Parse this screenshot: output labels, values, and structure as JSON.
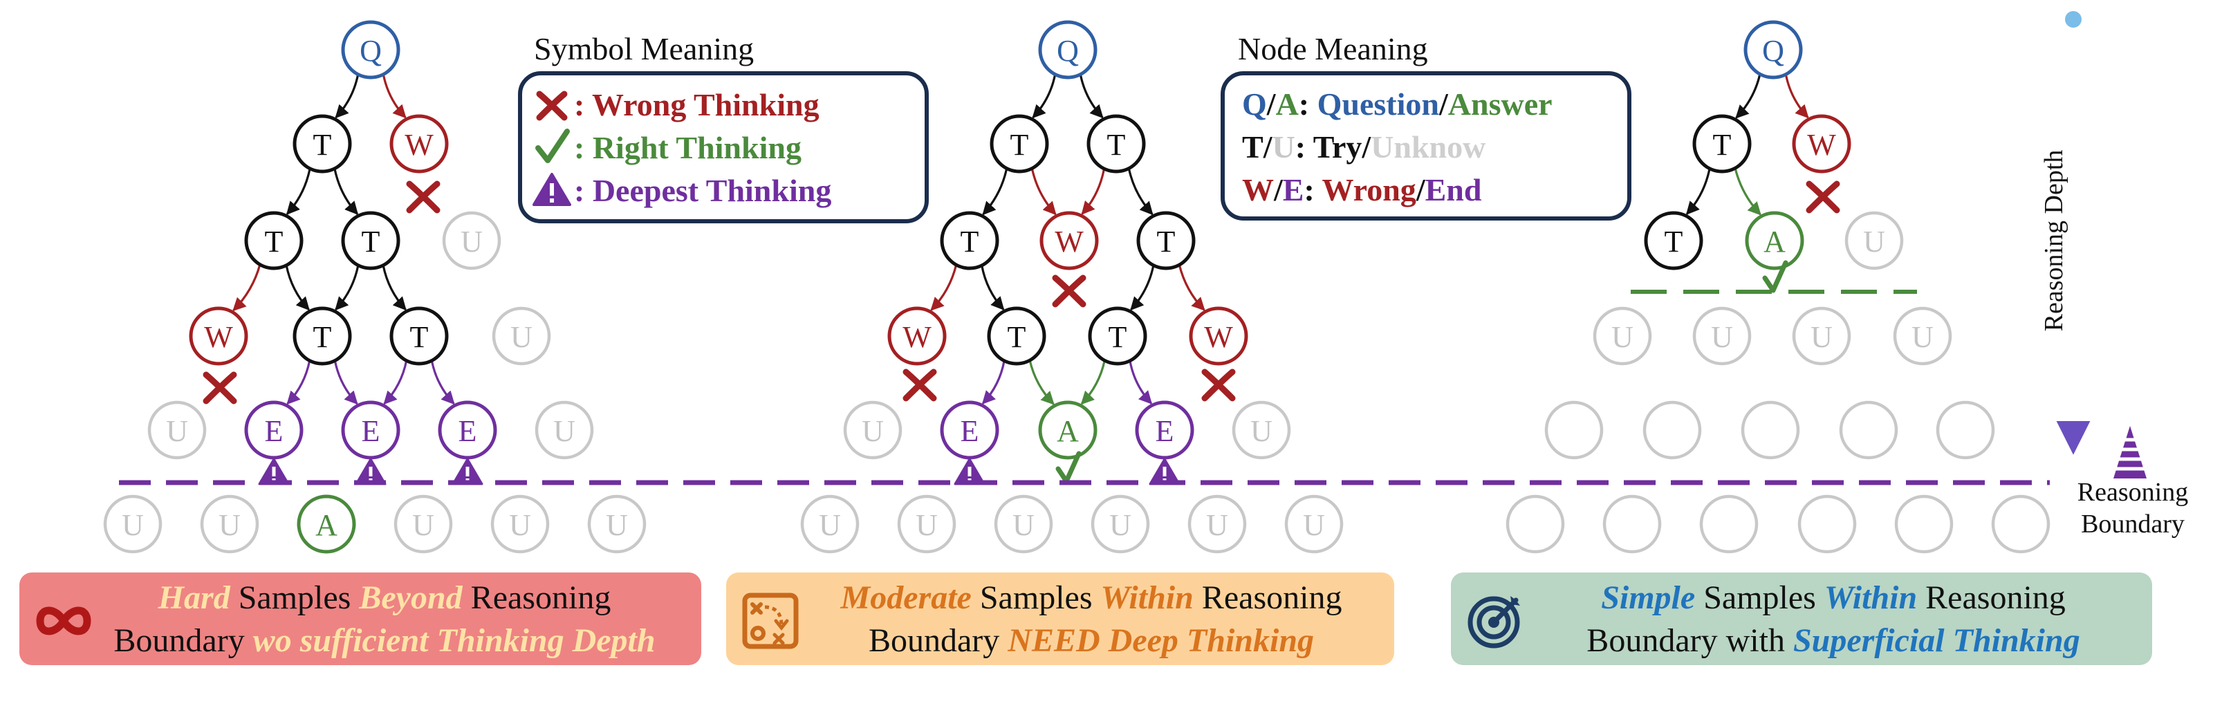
{
  "legend_symbols": {
    "title": "Symbol Meaning",
    "wrong": ": Wrong Thinking",
    "right": ": Right Thinking",
    "deepest": ": Deepest Thinking"
  },
  "legend_nodes": {
    "title": "Node Meaning",
    "row1": {
      "q": "Q",
      "slash1": "/",
      "a": "A",
      "colon": ": ",
      "question": "Question",
      "slash2": "/",
      "answer": "Answer"
    },
    "row2": {
      "t": "T",
      "slash1": "/",
      "u": "U",
      "colon": ":  ",
      "try": "Try",
      "slash2": "/",
      "unknow": "Unknow"
    },
    "row3": {
      "w": "W",
      "slash1": "/",
      "e": "E",
      "colon": ": ",
      "wrong": "Wrong",
      "slash2": "/",
      "end": "End"
    }
  },
  "axis": {
    "depth_label": "Reasoning Depth",
    "boundary_line1": "Reasoning",
    "boundary_line2": "Boundary"
  },
  "panels": {
    "hard": {
      "w1": "Hard",
      "w2": " Samples ",
      "w3": "Beyond",
      "w4": " Reasoning",
      "w5": "Boundary ",
      "w6": "wo sufficient Thinking Depth"
    },
    "moderate": {
      "w1": "Moderate",
      "w2": " Samples ",
      "w3": "Within",
      "w4": " Reasoning",
      "w5": "Boundary ",
      "w6": "NEED Deep Thinking"
    },
    "simple": {
      "w1": "Simple",
      "w2": " Samples ",
      "w3": "Within",
      "w4": " Reasoning",
      "w5": "Boundary with ",
      "w6": "Superficial Thinking"
    }
  },
  "colors": {
    "question": "#2f5fa5",
    "answer": "#4a8a3c",
    "wrong": "#a42022",
    "end": "#6f2f9f",
    "unknown": "#c8c8c8",
    "try": "#111111",
    "boundary": "#6f2f9f",
    "navy": "#1b2d4d",
    "axis_start": "#7bbde8",
    "axis_end": "#6a4fc0"
  },
  "trees": [
    {
      "name": "hard",
      "nodes": [
        {
          "id": "q",
          "t": "Q",
          "k": "q"
        },
        {
          "id": "t1",
          "t": "T",
          "k": "t"
        },
        {
          "id": "w1",
          "t": "W",
          "k": "w"
        },
        {
          "id": "t2",
          "t": "T",
          "k": "t"
        },
        {
          "id": "t3",
          "t": "T",
          "k": "t"
        },
        {
          "id": "u1",
          "t": "U",
          "k": "u"
        },
        {
          "id": "w2",
          "t": "W",
          "k": "w"
        },
        {
          "id": "t4",
          "t": "T",
          "k": "t"
        },
        {
          "id": "t5",
          "t": "T",
          "k": "t"
        },
        {
          "id": "u2",
          "t": "U",
          "k": "u"
        },
        {
          "id": "u3",
          "t": "U",
          "k": "u"
        },
        {
          "id": "e1",
          "t": "E",
          "k": "e"
        },
        {
          "id": "e2",
          "t": "E",
          "k": "e"
        },
        {
          "id": "e3",
          "t": "E",
          "k": "e"
        },
        {
          "id": "u4",
          "t": "U",
          "k": "u"
        },
        {
          "id": "u5",
          "t": "U",
          "k": "u"
        },
        {
          "id": "u6",
          "t": "U",
          "k": "u"
        },
        {
          "id": "a1",
          "t": "A",
          "k": "a"
        },
        {
          "id": "u7",
          "t": "U",
          "k": "u"
        },
        {
          "id": "u8",
          "t": "U",
          "k": "u"
        },
        {
          "id": "u9",
          "t": "U",
          "k": "u"
        }
      ],
      "edges": [
        [
          "q",
          "t1",
          "black"
        ],
        [
          "q",
          "w1",
          "wrong"
        ],
        [
          "t1",
          "t2",
          "black"
        ],
        [
          "t1",
          "t3",
          "black"
        ],
        [
          "t2",
          "w2",
          "wrong"
        ],
        [
          "t2",
          "t4",
          "black"
        ],
        [
          "t3",
          "t4",
          "black"
        ],
        [
          "t3",
          "t5",
          "black"
        ],
        [
          "t4",
          "e1",
          "end"
        ],
        [
          "t4",
          "e2",
          "end"
        ],
        [
          "t5",
          "e2",
          "end"
        ],
        [
          "t5",
          "e3",
          "end"
        ]
      ]
    },
    {
      "name": "moderate",
      "nodes": [
        {
          "id": "q",
          "t": "Q",
          "k": "q"
        },
        {
          "id": "t1",
          "t": "T",
          "k": "t"
        },
        {
          "id": "t2",
          "t": "T",
          "k": "t"
        },
        {
          "id": "t3",
          "t": "T",
          "k": "t"
        },
        {
          "id": "w1",
          "t": "W",
          "k": "w"
        },
        {
          "id": "t4",
          "t": "T",
          "k": "t"
        },
        {
          "id": "w2",
          "t": "W",
          "k": "w"
        },
        {
          "id": "t5",
          "t": "T",
          "k": "t"
        },
        {
          "id": "t6",
          "t": "T",
          "k": "t"
        },
        {
          "id": "w3",
          "t": "W",
          "k": "w"
        },
        {
          "id": "u1",
          "t": "U",
          "k": "u"
        },
        {
          "id": "e1",
          "t": "E",
          "k": "e"
        },
        {
          "id": "a1",
          "t": "A",
          "k": "a"
        },
        {
          "id": "e2",
          "t": "E",
          "k": "e"
        },
        {
          "id": "u2",
          "t": "U",
          "k": "u"
        },
        {
          "id": "u3",
          "t": "U",
          "k": "u"
        },
        {
          "id": "u4",
          "t": "U",
          "k": "u"
        },
        {
          "id": "u5",
          "t": "U",
          "k": "u"
        },
        {
          "id": "u6",
          "t": "U",
          "k": "u"
        },
        {
          "id": "u7",
          "t": "U",
          "k": "u"
        },
        {
          "id": "u8",
          "t": "U",
          "k": "u"
        }
      ],
      "edges": [
        [
          "q",
          "t1",
          "black"
        ],
        [
          "q",
          "t2",
          "black"
        ],
        [
          "t1",
          "t3",
          "black"
        ],
        [
          "t1",
          "w1",
          "wrong"
        ],
        [
          "t2",
          "w1",
          "wrong"
        ],
        [
          "t2",
          "t4",
          "black"
        ],
        [
          "t3",
          "w2",
          "wrong"
        ],
        [
          "t3",
          "t5",
          "black"
        ],
        [
          "t4",
          "t6",
          "black"
        ],
        [
          "t4",
          "w3",
          "wrong"
        ],
        [
          "t5",
          "e1",
          "end"
        ],
        [
          "t5",
          "a1",
          "answer"
        ],
        [
          "t6",
          "a1",
          "answer"
        ],
        [
          "t6",
          "e2",
          "end"
        ]
      ]
    },
    {
      "name": "simple",
      "nodes": [
        {
          "id": "q",
          "t": "Q",
          "k": "q"
        },
        {
          "id": "t1",
          "t": "T",
          "k": "t"
        },
        {
          "id": "w1",
          "t": "W",
          "k": "w"
        },
        {
          "id": "t2",
          "t": "T",
          "k": "t"
        },
        {
          "id": "a1",
          "t": "A",
          "k": "a"
        },
        {
          "id": "u1",
          "t": "U",
          "k": "u"
        },
        {
          "id": "u2",
          "t": "U",
          "k": "u"
        },
        {
          "id": "u3",
          "t": "U",
          "k": "u"
        },
        {
          "id": "u4",
          "t": "U",
          "k": "u"
        },
        {
          "id": "u5",
          "t": "U",
          "k": "u"
        },
        {
          "id": "c1",
          "t": "",
          "k": "u"
        },
        {
          "id": "c2",
          "t": "",
          "k": "u"
        },
        {
          "id": "c3",
          "t": "",
          "k": "u"
        },
        {
          "id": "c4",
          "t": "",
          "k": "u"
        },
        {
          "id": "c5",
          "t": "",
          "k": "u"
        },
        {
          "id": "c6",
          "t": "",
          "k": "u"
        },
        {
          "id": "c7",
          "t": "",
          "k": "u"
        },
        {
          "id": "c8",
          "t": "",
          "k": "u"
        },
        {
          "id": "c9",
          "t": "",
          "k": "u"
        },
        {
          "id": "c10",
          "t": "",
          "k": "u"
        },
        {
          "id": "c11",
          "t": "",
          "k": "u"
        },
        {
          "id": "c12",
          "t": "",
          "k": "u"
        }
      ],
      "edges": [
        [
          "q",
          "t1",
          "black"
        ],
        [
          "q",
          "w1",
          "wrong"
        ],
        [
          "t1",
          "t2",
          "black"
        ],
        [
          "t1",
          "a1",
          "answer"
        ]
      ]
    }
  ]
}
